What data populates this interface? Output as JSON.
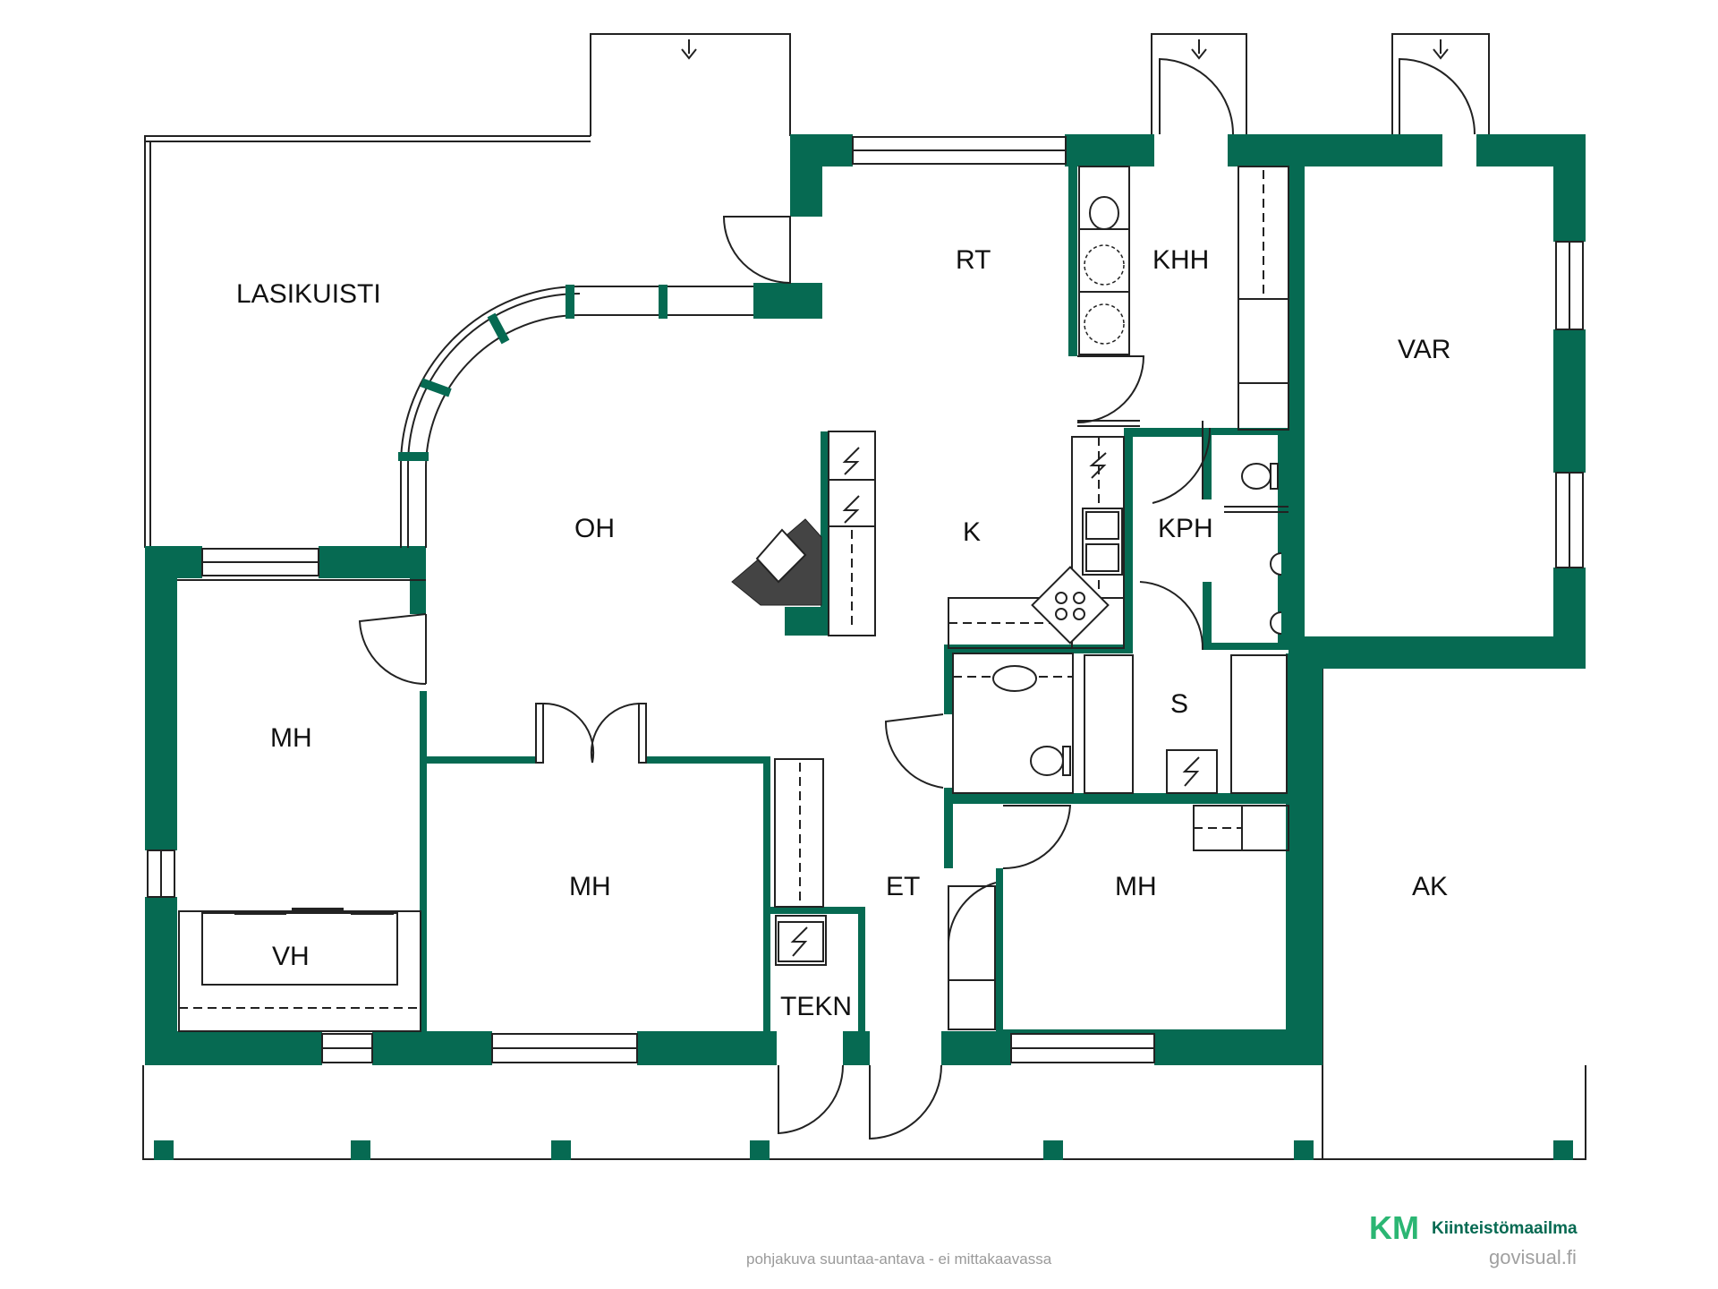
{
  "colors": {
    "wall": "#066a52",
    "line": "#222222",
    "brand_dark": "#066a52",
    "brand_light": "#2bb673",
    "footer_text": "#9a9a9a"
  },
  "rooms": {
    "lasikuisti": "LASIKUISTI",
    "rt": "RT",
    "khh": "KHH",
    "var": "VAR",
    "oh": "OH",
    "k": "K",
    "kph": "KPH",
    "s": "S",
    "mh_left": "MH",
    "vh": "VH",
    "mh_center": "MH",
    "et": "ET",
    "mh_right": "MH",
    "tekn": "TEKN",
    "ak": "AK"
  },
  "footer": {
    "disclaimer": "pohjakuva suuntaa-antava - ei mittakaavassa",
    "brand_mark": "KM",
    "brand_name": "Kiinteistömaailma",
    "credit": "govisual.fi"
  },
  "icons": [
    "electric-symbol-icon",
    "toilet-icon",
    "sink-icon",
    "stove-icon",
    "fireplace-icon",
    "washing-machine-icon"
  ]
}
